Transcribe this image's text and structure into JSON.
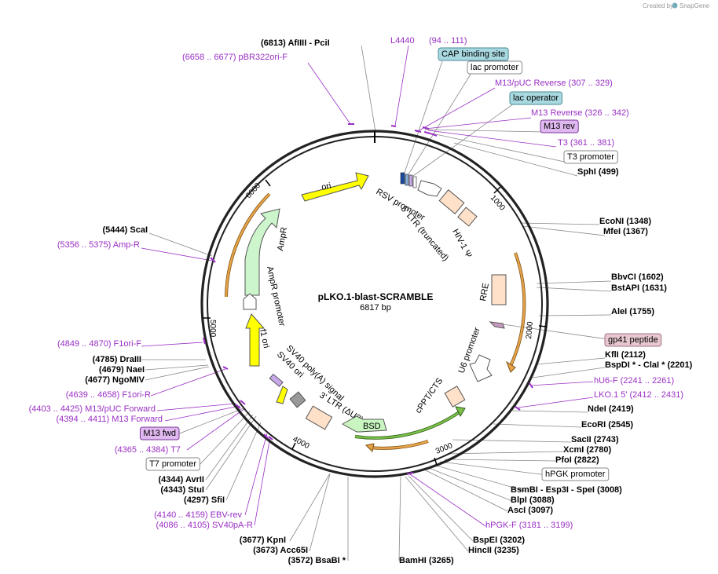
{
  "brand": {
    "text": "Created by",
    "name": "SnapGene"
  },
  "plasmid": {
    "name": "pLKO.1-blast-SCRAMBLE",
    "size": "6817 bp"
  },
  "ticks": [
    "1000",
    "2000",
    "3000",
    "4000",
    "5000",
    "6000"
  ],
  "features": {
    "ori": "ori",
    "ampr": "AmpR",
    "ampr_promoter": "AmpR promoter",
    "f1_ori": "f1 ori",
    "rsv": "RSV promoter",
    "ltr5": "5' LTR (truncated)",
    "hiv": "HIV-1 Ψ",
    "rre": "RRE",
    "u6": "U6 promoter",
    "cppt": "cPPT/CTS",
    "bsd": "BSD",
    "ltr3": "3' LTR (ΔU3)",
    "sv40pa": "SV40 poly(A) signal",
    "sv40ori": "SV40 ori"
  },
  "colors": {
    "ori": "#ffff00",
    "ampr": "#ccf5cc",
    "f1": "#ffff00",
    "ltr": "#ffe0c8",
    "bsd": "#c8f5c0",
    "backbone": "#222222",
    "orange_arc": "#e09a2a",
    "green_arc": "#5a9a2a",
    "site_purple": "#9a2fc4"
  },
  "labels": [
    {
      "text": "(6813)  AfIIII  -  PciI",
      "style": "n"
    },
    {
      "text": "L4440",
      "style": "p"
    },
    {
      "text": "(94 .. 111)",
      "style": "p"
    },
    {
      "text": "(6658 .. 6677)  pBR322ori-F",
      "style": "p"
    },
    {
      "text": "CAP binding site",
      "style": "box-blue"
    },
    {
      "text": "lac promoter",
      "style": "box"
    },
    {
      "text": "M13/pUC Reverse    (307 .. 329)",
      "style": "p"
    },
    {
      "text": "lac operator",
      "style": "box-blue"
    },
    {
      "text": "M13 Reverse    (326 .. 342)",
      "style": "p"
    },
    {
      "text": "M13 rev",
      "style": "box-purple"
    },
    {
      "text": "T3    (361 .. 381)",
      "style": "p"
    },
    {
      "text": "T3 promoter",
      "style": "box"
    },
    {
      "text": "SphI    (499)",
      "style": "n"
    },
    {
      "text": "EcoNI    (1348)",
      "style": "n"
    },
    {
      "text": "MfeI    (1367)",
      "style": "n"
    },
    {
      "text": "(5444)  ScaI",
      "style": "n"
    },
    {
      "text": "(5356 .. 5375)  Amp-R",
      "style": "p"
    },
    {
      "text": "BbvCI    (1602)",
      "style": "n"
    },
    {
      "text": "BstAPI    (1631)",
      "style": "n"
    },
    {
      "text": "AleI    (1755)",
      "style": "n"
    },
    {
      "text": "gp41 peptide",
      "style": "box-pink"
    },
    {
      "text": "(4849 .. 4870)  F1ori-F",
      "style": "p"
    },
    {
      "text": "KflI    (2112)",
      "style": "n"
    },
    {
      "text": "BspDI *  -  ClaI *    (2201)",
      "style": "n"
    },
    {
      "text": "(4785)  DraIII",
      "style": "n"
    },
    {
      "text": "(4679)  NaeI",
      "style": "n"
    },
    {
      "text": "hU6-F    (2241 .. 2261)",
      "style": "p"
    },
    {
      "text": "(4677)  NgoMIV",
      "style": "n"
    },
    {
      "text": "LKO.1 5'    (2412 .. 2431)",
      "style": "p"
    },
    {
      "text": "(4639 .. 4658)  F1ori-R",
      "style": "p"
    },
    {
      "text": "NdeI    (2419)",
      "style": "n"
    },
    {
      "text": "(4403 .. 4425)  M13/pUC Forward",
      "style": "p"
    },
    {
      "text": "(4394 .. 4411)  M13 Forward",
      "style": "p"
    },
    {
      "text": "EcoRI    (2545)",
      "style": "n"
    },
    {
      "text": "M13 fwd",
      "style": "box-purple"
    },
    {
      "text": "SacII    (2743)",
      "style": "n"
    },
    {
      "text": "(4365 .. 4384)  T7",
      "style": "p"
    },
    {
      "text": "XcmI    (2780)",
      "style": "n"
    },
    {
      "text": "PfoI    (2822)",
      "style": "n"
    },
    {
      "text": "T7 promoter",
      "style": "box"
    },
    {
      "text": "hPGK promoter",
      "style": "box"
    },
    {
      "text": "(4344)  AvrII",
      "style": "n"
    },
    {
      "text": "(4343)  StuI",
      "style": "n"
    },
    {
      "text": "BsmBI  -  Esp3I  -  SpeI    (3008)",
      "style": "n"
    },
    {
      "text": "(4297)  SfiI",
      "style": "n"
    },
    {
      "text": "BlpI    (3088)",
      "style": "n"
    },
    {
      "text": "AscI    (3097)",
      "style": "n"
    },
    {
      "text": "(4140 .. 4159)  EBV-rev",
      "style": "p"
    },
    {
      "text": "(4086 .. 4105)  SV40pA-R",
      "style": "p"
    },
    {
      "text": "hPGK-F    (3181 .. 3199)",
      "style": "p"
    },
    {
      "text": "(3677)  KpnI",
      "style": "n"
    },
    {
      "text": "BspEI    (3202)",
      "style": "n"
    },
    {
      "text": "(3673)  Acc65I",
      "style": "n"
    },
    {
      "text": "HincII    (3235)",
      "style": "n"
    },
    {
      "text": "(3572)  BsaBI *",
      "style": "n"
    },
    {
      "text": "BamHI    (3265)",
      "style": "n"
    }
  ]
}
